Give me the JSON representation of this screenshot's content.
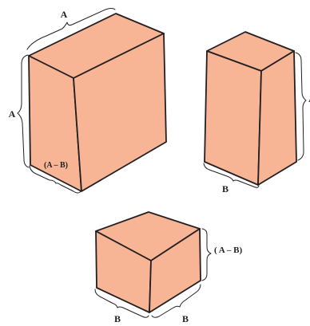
{
  "colors": {
    "face": "#f8b596",
    "edge": "#231f20",
    "background": "#ffffff"
  },
  "solid_1": {
    "top_label": "A",
    "left_label": "A",
    "base_label": "(A – B)"
  },
  "solid_2": {
    "base_label": "B",
    "right_label": "A"
  },
  "solid_3": {
    "right_label": "( A – B)",
    "base_left_label": "B",
    "base_right_label": "B"
  }
}
